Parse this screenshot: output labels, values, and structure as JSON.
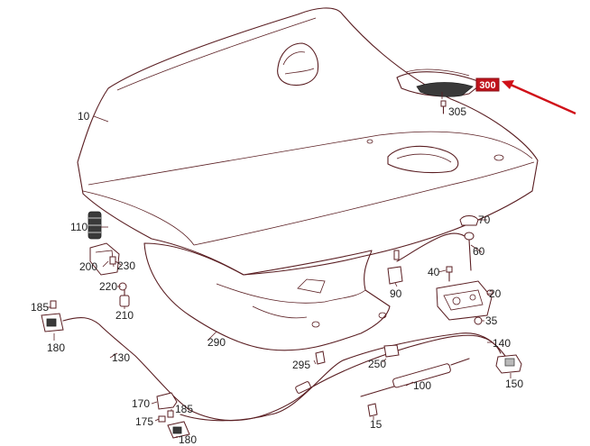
{
  "labels": {
    "p10": "10",
    "p305": "305",
    "p300": "300",
    "p70": "70",
    "p110": "110",
    "p60": "60",
    "p200": "200",
    "p230": "230",
    "p40": "40",
    "p220": "220",
    "p90": "90",
    "p20": "20",
    "p210": "210",
    "p185a": "185",
    "p35": "35",
    "p180a": "180",
    "p290": "290",
    "p140": "140",
    "p130": "130",
    "p295": "295",
    "p250": "250",
    "p150": "150",
    "p100": "100",
    "p170": "170",
    "p185b": "185",
    "p175": "175",
    "p15": "15",
    "p180b": "180"
  },
  "colors": {
    "line": "#5a1e22",
    "highlight_fill": "#c0141c",
    "arrow": "#d01018"
  }
}
